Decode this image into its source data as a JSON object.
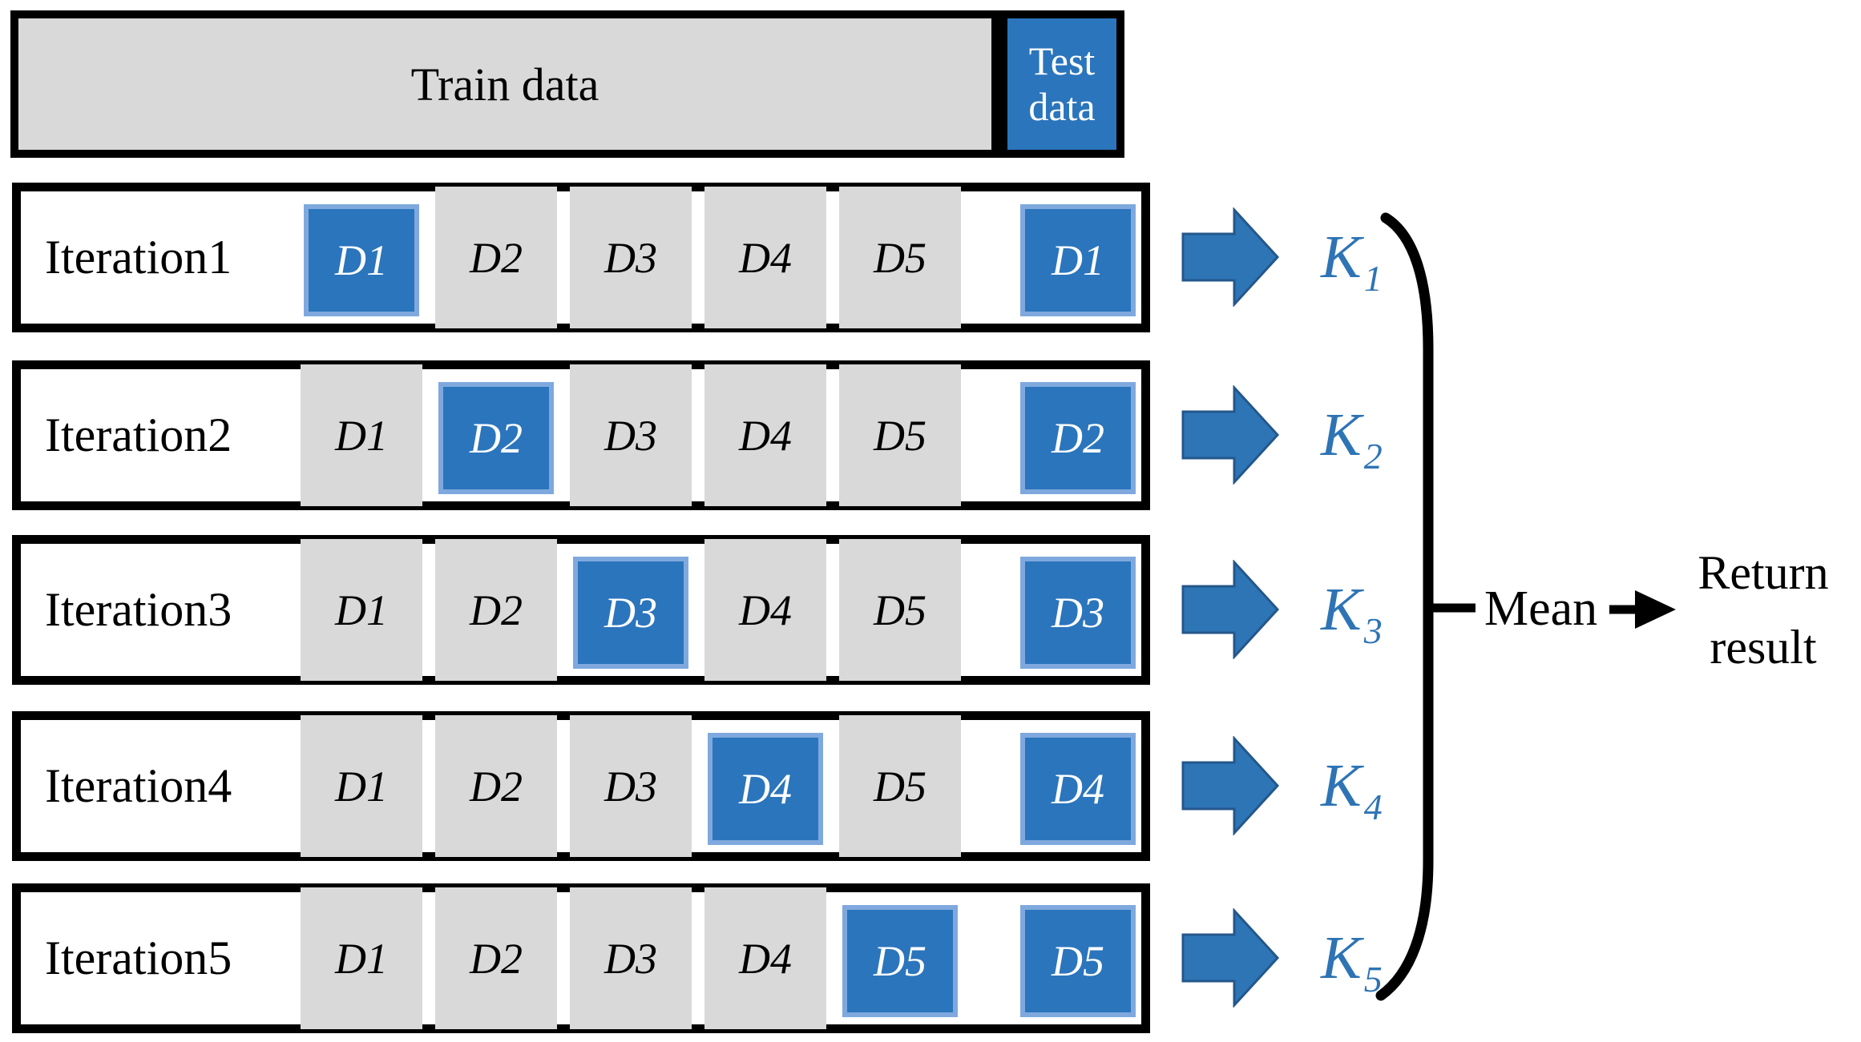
{
  "top_bar": {
    "train_label": "Train data",
    "test_lines": [
      "Test",
      "data"
    ]
  },
  "iterations": [
    {
      "label": "Iteration1",
      "folds": [
        "D1",
        "D2",
        "D3",
        "D4",
        "D5"
      ],
      "selected_fold": "D1",
      "test_label": "D1",
      "k_label": {
        "base": "K",
        "sub": "1"
      }
    },
    {
      "label": "Iteration2",
      "folds": [
        "D1",
        "D2",
        "D3",
        "D4",
        "D5"
      ],
      "selected_fold": "D2",
      "test_label": "D2",
      "k_label": {
        "base": "K",
        "sub": "2"
      }
    },
    {
      "label": "Iteration3",
      "folds": [
        "D1",
        "D2",
        "D3",
        "D4",
        "D5"
      ],
      "selected_fold": "D3",
      "test_label": "D3",
      "k_label": {
        "base": "K",
        "sub": "3"
      }
    },
    {
      "label": "Iteration4",
      "folds": [
        "D1",
        "D2",
        "D3",
        "D4",
        "D5"
      ],
      "selected_fold": "D4",
      "test_label": "D4",
      "k_label": {
        "base": "K",
        "sub": "4"
      }
    },
    {
      "label": "Iteration5",
      "folds": [
        "D1",
        "D2",
        "D3",
        "D4",
        "D5"
      ],
      "selected_fold": "D5",
      "test_label": "D5",
      "k_label": {
        "base": "K",
        "sub": "5"
      }
    }
  ],
  "aggregation": {
    "mean_label": "Mean",
    "return_lines": [
      "Return",
      "result"
    ]
  },
  "icons": {
    "row_arrow": "right-block-arrow",
    "mean_arrow": "right-arrow",
    "brace": "grouping-brace"
  },
  "colors": {
    "highlight_blue": "#2B75BC",
    "halo_blue": "#7FA9DE",
    "fold_gray": "#D9D9D9",
    "k_text_blue": "#2E74B5",
    "border_black": "#000000"
  }
}
